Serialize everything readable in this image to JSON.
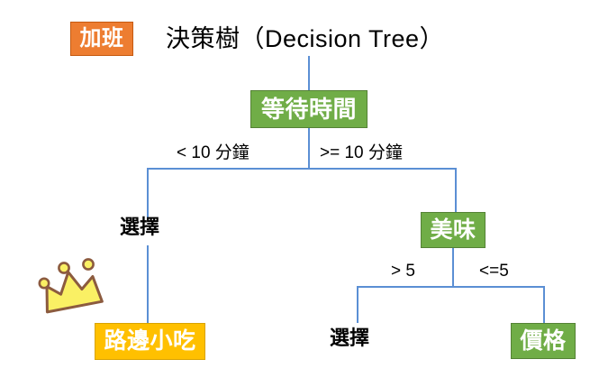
{
  "diagram": {
    "type": "decision-tree",
    "title": "決策樹（Decision Tree）",
    "badge": {
      "label": "加班",
      "color": "#ED7D31",
      "text_color": "#FFFFFF"
    },
    "colors": {
      "decision_node": "#70AD47",
      "decision_node_border": "#548235",
      "leaf_highlight": "#FFC000",
      "leaf_highlight_border": "#D9A300",
      "badge": "#ED7D31",
      "edge": "#5B8FD4",
      "text": "#000000",
      "crown_fill": "#FAF064",
      "crown_stroke": "#8C5B3F"
    },
    "nodes": [
      {
        "id": "root",
        "label": "等待時間",
        "kind": "decision",
        "style": "green"
      },
      {
        "id": "choose-left",
        "label": "選擇",
        "kind": "leaf",
        "style": "plain"
      },
      {
        "id": "tasty",
        "label": "美味",
        "kind": "decision",
        "style": "green"
      },
      {
        "id": "streetfood",
        "label": "路邊小吃",
        "kind": "leaf",
        "style": "yellow"
      },
      {
        "id": "choose-right",
        "label": "選擇",
        "kind": "leaf",
        "style": "plain"
      },
      {
        "id": "price",
        "label": "價格",
        "kind": "decision",
        "style": "green"
      }
    ],
    "edges": [
      {
        "from": "root",
        "to": "choose-left",
        "label": "< 10 分鐘"
      },
      {
        "from": "root",
        "to": "tasty",
        "label": ">= 10 分鐘"
      },
      {
        "from": "tasty",
        "to": "choose-right",
        "label": "> 5"
      },
      {
        "from": "tasty",
        "to": "price",
        "label": "<=5"
      }
    ],
    "icons": {
      "crown": "crown-icon"
    }
  }
}
